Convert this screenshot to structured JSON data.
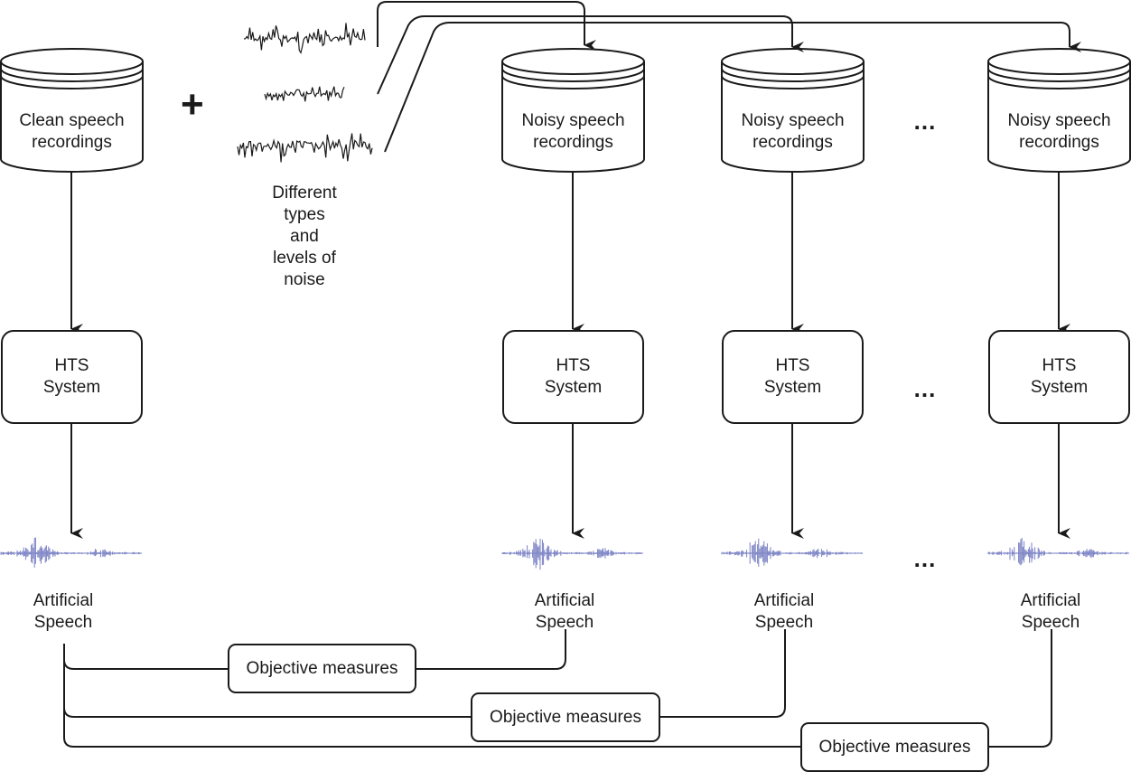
{
  "clean_db": {
    "label": "Clean speech recordings",
    "line1": "Clean speech",
    "line2": "recordings"
  },
  "plus_sign": "+",
  "noise_caption": [
    "Different",
    "types",
    "and",
    "levels of",
    "noise"
  ],
  "noisy_dbs": [
    {
      "line1": "Noisy speech",
      "line2": "recordings"
    },
    {
      "line1": "Noisy speech",
      "line2": "recordings"
    },
    {
      "line1": "Noisy speech",
      "line2": "recordings"
    }
  ],
  "hts": {
    "line1": "HTS",
    "line2": "System"
  },
  "artificial": {
    "line1": "Artificial",
    "line2": "Speech"
  },
  "ellipsis": "...",
  "objective_label": "Objective measures",
  "colors": {
    "stroke": "#1a1a1a",
    "waveform": "#7b82c4"
  }
}
